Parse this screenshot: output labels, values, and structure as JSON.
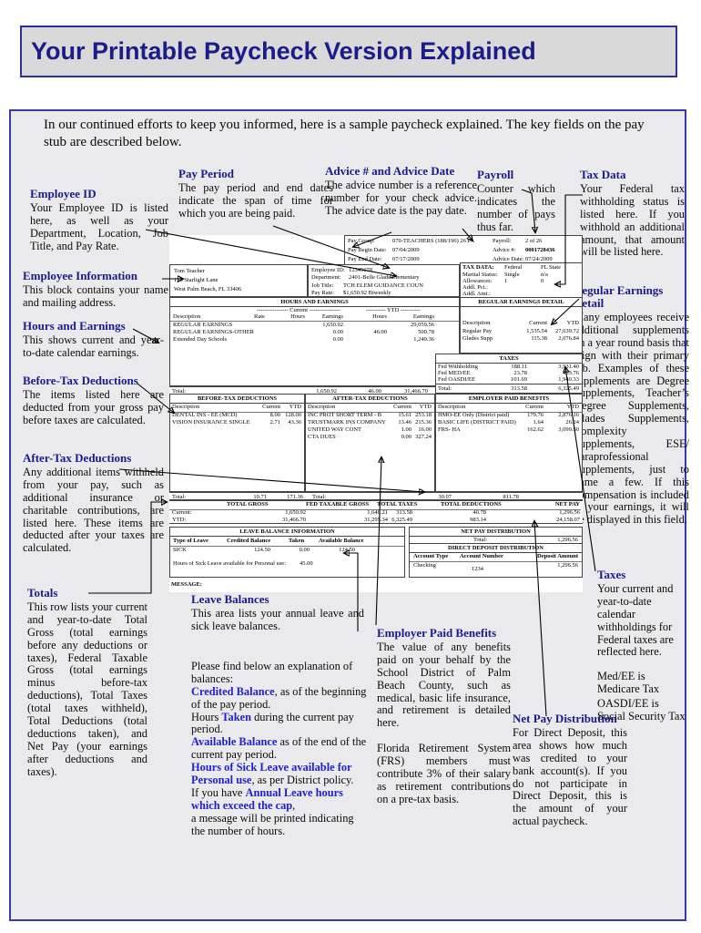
{
  "colors": {
    "heading_navy": "#1a1a8c",
    "link_blue": "#2121cc",
    "banner_bg": "#d9d9d9",
    "panel_bg": "#eaeaec",
    "border_navy": "#3a3aa6"
  },
  "title": "Your Printable Paycheck Version Explained",
  "intro": "In our continued efforts to keep you informed, here is a sample paycheck explained.  The key fields on the pay stub are described below.",
  "callouts": {
    "employee_id": {
      "heading": "Employee ID",
      "body": "Your Employee ID is listed here, as well as your Department, Location, Job Title, and Pay Rate."
    },
    "pay_period": {
      "heading": "Pay Period",
      "body": "The pay period and end dates indicate the span of time for which you are being paid."
    },
    "advice": {
      "heading": "Advice # and Advice Date",
      "body": "The advice number is a reference number for your check advice. The advice date is the pay date."
    },
    "payroll": {
      "heading": "Payroll",
      "body": "Counter which indicates the number of pays thus far."
    },
    "tax_data": {
      "heading": "Tax Data",
      "body": "Your Federal tax withholding status is listed here. If you withhold an additional amount, that amount will be listed here."
    },
    "employee_information": {
      "heading": "Employee Information",
      "body": "This block contains your name and mailing address."
    },
    "hours_and_earnings": {
      "heading": "Hours and Earnings",
      "body": "This shows current and year-to-date calendar earnings."
    },
    "before_tax": {
      "heading": "Before-Tax Deductions",
      "body": "The items listed here are deducted from your gross pay before taxes are calculated."
    },
    "after_tax": {
      "heading": "After-Tax Deductions",
      "body": "Any additional items withheld from your pay, such as additional insurance or charitable contributions, are listed here. These items are deducted after your taxes are calculated."
    },
    "totals": {
      "heading": "Totals",
      "body": "This row lists your current and year-to-date Total Gross (total earnings before any deductions or taxes), Federal Taxable Gross (total earnings minus before-tax deductions), Total Taxes (total taxes withheld), Total Deductions (total deductions taken), and Net Pay (your earnings after deductions and taxes)."
    },
    "leave_balances": {
      "heading": "Leave Balances",
      "body": "This area lists your annual leave and sick leave balances."
    },
    "regular_earnings_detail": {
      "heading": "Regular Earnings Detail",
      "body": "Many employees receive additional supplements on a year round basis that align with their primary job. Examples of these supplements are Degree Supplements, Teacher’s Degree Supplements, Glades Supplements, Complexity Supplements, ESE/ Paraprofessional Supplements, just to name a few. If this compensation is included in your earnings, it will be displayed in this field."
    },
    "taxes": {
      "heading": "Taxes",
      "body": "Your current and year-to-date calendar withholdings for Federal taxes are reflected here.",
      "note1": "Med/EE is Medicare Tax",
      "note2": "OASDI/EE is Social Security Tax"
    },
    "employer_paid_benefits": {
      "heading": "Employer Paid Benefits",
      "body": "The value of any benefits paid on your behalf by the School District of Palm Beach County, such as medical, basic life insurance, and retirement is detailed here.",
      "body2": "Florida Retirement System (FRS) members must contribute 3% of their salary as retirement contributions on a pre-tax basis."
    },
    "net_pay_distribution": {
      "heading": "Net Pay Distribution",
      "body": "For Direct Deposit, this area shows how much was credited to your bank account(s). If you do not participate in Direct Deposit, this is the amount of your actual paycheck."
    }
  },
  "balances": {
    "intro": "Please find below an explanation of balances:",
    "credited_label": "Credited Balance",
    "credited_rest": ", as of the beginning of the pay period.",
    "taken_pre": "Hours ",
    "taken_label": "Taken",
    "taken_rest": " during the current pay period.",
    "available_label": "Available Balance",
    "available_rest": " as of the end of the current pay period.",
    "sick_label": "Hours of Sick Leave available for Personal use",
    "sick_rest": ", as per District policy.",
    "annual_pre": "If you have ",
    "annual_label": "Annual Leave hours which exceed the cap",
    "annual_rest": ",",
    "tail": "a message will be printed indicating the number of hours."
  },
  "stub": {
    "header": {
      "pay_group_label": "Pay Group:",
      "pay_group": "070-TEACHERS (188/196) 26 PA",
      "pay_begin_label": "Pay Begin Date:",
      "pay_begin": "07/04/2009",
      "pay_end_label": "Pay End Date:",
      "pay_end": "07/17/2009",
      "payroll_label": "Payroll:",
      "payroll": "2  of  26",
      "advice_num_label": "Advice #:",
      "advice_num": "0001728436",
      "advice_date_label": "Advice Date:",
      "advice_date": "07/24/2009"
    },
    "employee": {
      "name": "Tom Teacher",
      "addr1": "123 Starlight Lane",
      "addr2": "West Palm Beach, FL  33406",
      "id_label": "Employee ID:",
      "id": "12345678",
      "dept_label": "Department:",
      "dept": "2401-Belle Glade Elementary",
      "job_label": "Job Title:",
      "job": "TCH ELEM GUIDANCE COUN",
      "rate_label": "Pay Rate:",
      "rate": "$1,650.92 Biweekly"
    },
    "tax_data": {
      "title": "TAX DATA:",
      "col1": "Federal",
      "col2": "FL State",
      "rows": [
        [
          "Marital Status:",
          "Single",
          "n/a"
        ],
        [
          "Allowances:",
          "1",
          "0"
        ],
        [
          "Addl. Pct.:",
          "",
          ""
        ],
        [
          "Addl. Amt.:",
          "",
          ""
        ]
      ]
    },
    "hours_earnings": {
      "title": "HOURS AND EARNINGS",
      "cur_group": "----------------  Current  ----------------",
      "ytd_group": "----------  YTD  ----------",
      "cols": [
        "Description",
        "Rate",
        "Hours",
        "Earnings",
        "Hours",
        "Earnings"
      ],
      "rows": [
        [
          "REGULAR EARNINGS",
          "1,650.92",
          "",
          "29,059.56"
        ],
        [
          "REGULAR EARNINGS-OTHER",
          "0.00",
          "46.00",
          "500.78"
        ],
        [
          "Extended Day Schools",
          "0.00",
          "",
          "1,249.36"
        ]
      ],
      "total_label": "Total:",
      "total": [
        "1,650.92",
        "46.00",
        "31,466.70"
      ]
    },
    "red": {
      "title": "REGULAR EARNINGS DETAIL",
      "cols": [
        "Description",
        "Current",
        "YTD"
      ],
      "rows": [
        [
          "Regular Pay",
          "1,535.54",
          "27,639.72"
        ],
        [
          "Glades Supp",
          "115.38",
          "2,076.84"
        ]
      ]
    },
    "taxes": {
      "title": "TAXES",
      "rows": [
        [
          "Fed Withholding",
          "188.11",
          "3,931.40"
        ],
        [
          "Fed MED/EE",
          "23.78",
          "453.76"
        ],
        [
          "Fed OASDI/EE",
          "101.69",
          "1,940.33"
        ]
      ],
      "total_label": "Total:",
      "total": [
        "313.58",
        "6,325.49"
      ]
    },
    "before_tax": {
      "title": "BEFORE-TAX DEDUCTIONS",
      "cols": [
        "Description",
        "Current",
        "YTD"
      ],
      "rows": [
        [
          "DENTAL INS - EE (MCD)",
          "8.00",
          "128.00"
        ],
        [
          "VISION INSURANCE SINGLE",
          "2.71",
          "43.36"
        ]
      ]
    },
    "after_tax": {
      "title": "AFTER-TAX DEDUCTIONS",
      "cols": [
        "Description",
        "Current",
        "YTD"
      ],
      "rows": [
        [
          "INC PROT SHORT TERM - B",
          "15.61",
          "253.18"
        ],
        [
          "TRUSTMARK INS COMPANY",
          "13.46",
          "215.36"
        ],
        [
          "UNITED WAY CONT",
          "1.00",
          "16.00"
        ],
        [
          "CTA DUES",
          "0.00",
          "327.24"
        ]
      ]
    },
    "employer_benefits": {
      "title": "EMPLOYER PAID BENEFITS",
      "cols": [
        "Description",
        "Current",
        "YTD"
      ],
      "rows": [
        [
          "HMO-EE Only (District paid)",
          "179.76",
          "2,876.16"
        ],
        [
          "BASIC LIFE (DISTRICT PAID)",
          "1.64",
          "26.24"
        ],
        [
          "FRS- HA",
          "162.62",
          "3,099.50"
        ]
      ]
    },
    "grand_total": {
      "label1": "Total:",
      "bt_cur": "10.71",
      "bt_ytd": "171.36",
      "label2": "Total:",
      "at_cur": "30.07",
      "at_ytd": "811.78"
    },
    "totals": {
      "cols": [
        "TOTAL GROSS",
        "FED TAXABLE GROSS",
        "TOTAL TAXES",
        "TOTAL DEDUCTIONS",
        "NET PAY"
      ],
      "current_label": "Current:",
      "current": [
        "1,650.92",
        "1,640.21",
        "313.58",
        "40.78",
        "1,296.56"
      ],
      "ytd_label": "YTD:",
      "ytd": [
        "31,466.70",
        "31,295.34",
        "6,325.49",
        "983.14",
        "24,158.07"
      ]
    },
    "leave": {
      "title": "LEAVE BALANCE INFORMATION",
      "cols": [
        "Type of Leave",
        "Credited Balance",
        "Taken",
        "Available Balance"
      ],
      "rows": [
        [
          "SICK",
          "124.50",
          "0.00",
          "124.50"
        ]
      ],
      "note_label": "Hours of Sick Leave available for Personal use:",
      "note_value": "45.00"
    },
    "net_pay": {
      "title": "NET PAY DISTRIBUTION",
      "total_label": "Total:",
      "total": "1,296.56",
      "dd_title": "DIRECT DEPOSIT DISTRIBUTION",
      "cols": [
        "Account Type",
        "Account Number",
        "Deposit Amount"
      ],
      "rows": [
        [
          "Checking",
          "1234",
          "1,296.56"
        ]
      ]
    },
    "message_label": "MESSAGE:"
  }
}
